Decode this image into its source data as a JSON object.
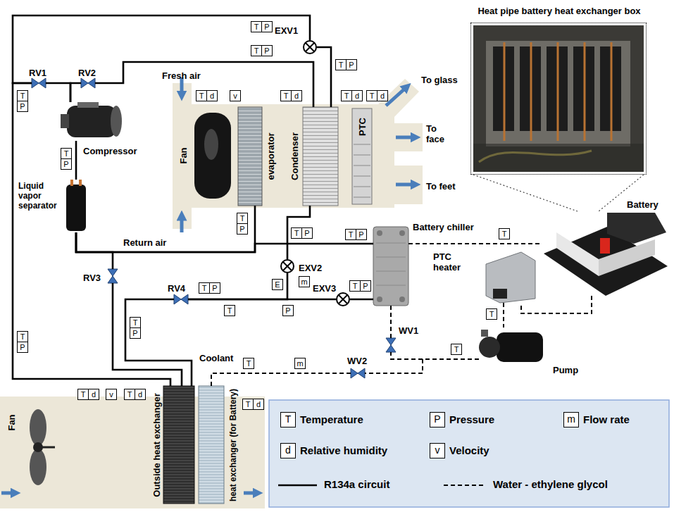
{
  "diagram": {
    "nodes": [
      {
        "text": [
          "Heat pipe battery heat exchanger box"
        ]
      },
      {
        "text": [
          "EXV1"
        ]
      },
      {
        "text": [
          "RV1"
        ]
      },
      {
        "text": [
          "RV2"
        ]
      },
      {
        "text": [
          "Compressor"
        ]
      },
      {
        "text": [
          "Fan"
        ]
      },
      {
        "text": [
          "evaporator"
        ]
      },
      {
        "text": [
          "Condenser"
        ]
      },
      {
        "text": [
          "PTC"
        ]
      },
      {
        "text": [
          "Liquid vapor separator"
        ]
      },
      {
        "text": [
          "Battery chiller"
        ]
      },
      {
        "text": [
          "Battery"
        ]
      },
      {
        "text": [
          "PTC heater"
        ]
      },
      {
        "text": [
          "Pump"
        ]
      },
      {
        "text": [
          "EXV2"
        ]
      },
      {
        "text": [
          "RV3"
        ]
      },
      {
        "text": [
          "RV4"
        ]
      },
      {
        "text": [
          "EXV3"
        ]
      },
      {
        "text": [
          "WV1"
        ]
      },
      {
        "text": [
          "WV2"
        ]
      },
      {
        "text": [
          "Fan"
        ]
      },
      {
        "text": [
          "Outside heat exchanger"
        ]
      },
      {
        "text": [
          "heat exchanger (for Battery)"
        ]
      },
      {
        "text": [
          "T",
          "P"
        ]
      },
      {
        "text": [
          "T",
          "P"
        ]
      },
      {
        "text": [
          "T",
          "P"
        ]
      },
      {
        "text": [
          "T",
          "P"
        ]
      },
      {
        "text": [
          "T",
          "d"
        ]
      },
      {
        "text": [
          "v"
        ]
      },
      {
        "text": [
          "T",
          "d"
        ]
      },
      {
        "text": [
          "T",
          "d"
        ]
      },
      {
        "text": [
          "T",
          "d"
        ]
      },
      {
        "text": [
          "T",
          "P"
        ]
      },
      {
        "text": [
          "T",
          "P"
        ]
      },
      {
        "text": [
          "T",
          "P"
        ]
      },
      {
        "text": [
          "T",
          "P"
        ]
      },
      {
        "text": [
          "T"
        ]
      },
      {
        "text": [
          "E"
        ]
      },
      {
        "text": [
          "T",
          "P"
        ]
      },
      {
        "text": [
          "m"
        ]
      },
      {
        "text": [
          "T"
        ]
      },
      {
        "text": [
          "P"
        ]
      },
      {
        "text": [
          "T",
          "P"
        ]
      },
      {
        "text": [
          "T"
        ]
      },
      {
        "text": [
          "T",
          "P"
        ]
      },
      {
        "text": [
          "T",
          "P"
        ]
      },
      {
        "text": [
          "T"
        ]
      },
      {
        "text": [
          "m"
        ]
      },
      {
        "text": [
          "T"
        ]
      },
      {
        "text": [
          "T",
          "d"
        ]
      },
      {
        "text": [
          "v"
        ]
      },
      {
        "text": [
          "T",
          "d"
        ]
      },
      {
        "text": [
          "T",
          "d"
        ]
      }
    ],
    "edges": [
      {
        "from": 4,
        "to": 2,
        "arrow": "none"
      },
      {
        "from": 4,
        "to": 3,
        "arrow": "none"
      },
      {
        "from": 2,
        "to": 1,
        "arrow": "none"
      },
      {
        "from": 2,
        "to": 21,
        "arrow": "none"
      },
      {
        "from": 3,
        "to": 7,
        "arrow": "none"
      },
      {
        "from": 1,
        "to": 7,
        "arrow": "none"
      },
      {
        "from": 9,
        "to": 4,
        "arrow": "none"
      },
      {
        "from": 6,
        "to": 9,
        "arrow": "none"
      },
      {
        "from": 10,
        "to": 9,
        "arrow": "none"
      },
      {
        "from": 15,
        "to": 9,
        "arrow": "none"
      },
      {
        "from": 15,
        "to": 21,
        "arrow": "none"
      },
      {
        "from": 7,
        "to": 14,
        "arrow": "none"
      },
      {
        "from": 16,
        "to": 14,
        "arrow": "none"
      },
      {
        "from": 16,
        "to": 17,
        "arrow": "none"
      },
      {
        "from": 16,
        "to": 21,
        "arrow": "none"
      },
      {
        "from": 17,
        "to": 10,
        "arrow": "none"
      },
      {
        "from": 10,
        "to": 11,
        "arrow": "none"
      },
      {
        "from": 11,
        "to": 12,
        "arrow": "none"
      },
      {
        "from": 12,
        "to": 13,
        "arrow": "none"
      },
      {
        "from": 13,
        "to": 18,
        "arrow": "none"
      },
      {
        "from": 13,
        "to": 19,
        "arrow": "none"
      },
      {
        "from": 18,
        "to": 10,
        "arrow": "none"
      },
      {
        "from": 19,
        "to": 22,
        "arrow": "none"
      },
      {
        "from": 0,
        "to": 11,
        "arrow": "none"
      }
    ],
    "labels": [
      "Fresh air",
      "Return air",
      "To glass",
      "To face",
      "To feet",
      "Coolant",
      "T",
      "P",
      "m",
      "d",
      "v"
    ],
    "legend": [
      {
        "text": "Temperature"
      },
      {
        "text": "Pressure"
      },
      {
        "text": "Flow rate"
      },
      {
        "text": "Relative humidity"
      },
      {
        "text": "Velocity"
      },
      {
        "text": "R134a circuit"
      },
      {
        "text": "Water - ethylene glycol"
      }
    ]
  }
}
